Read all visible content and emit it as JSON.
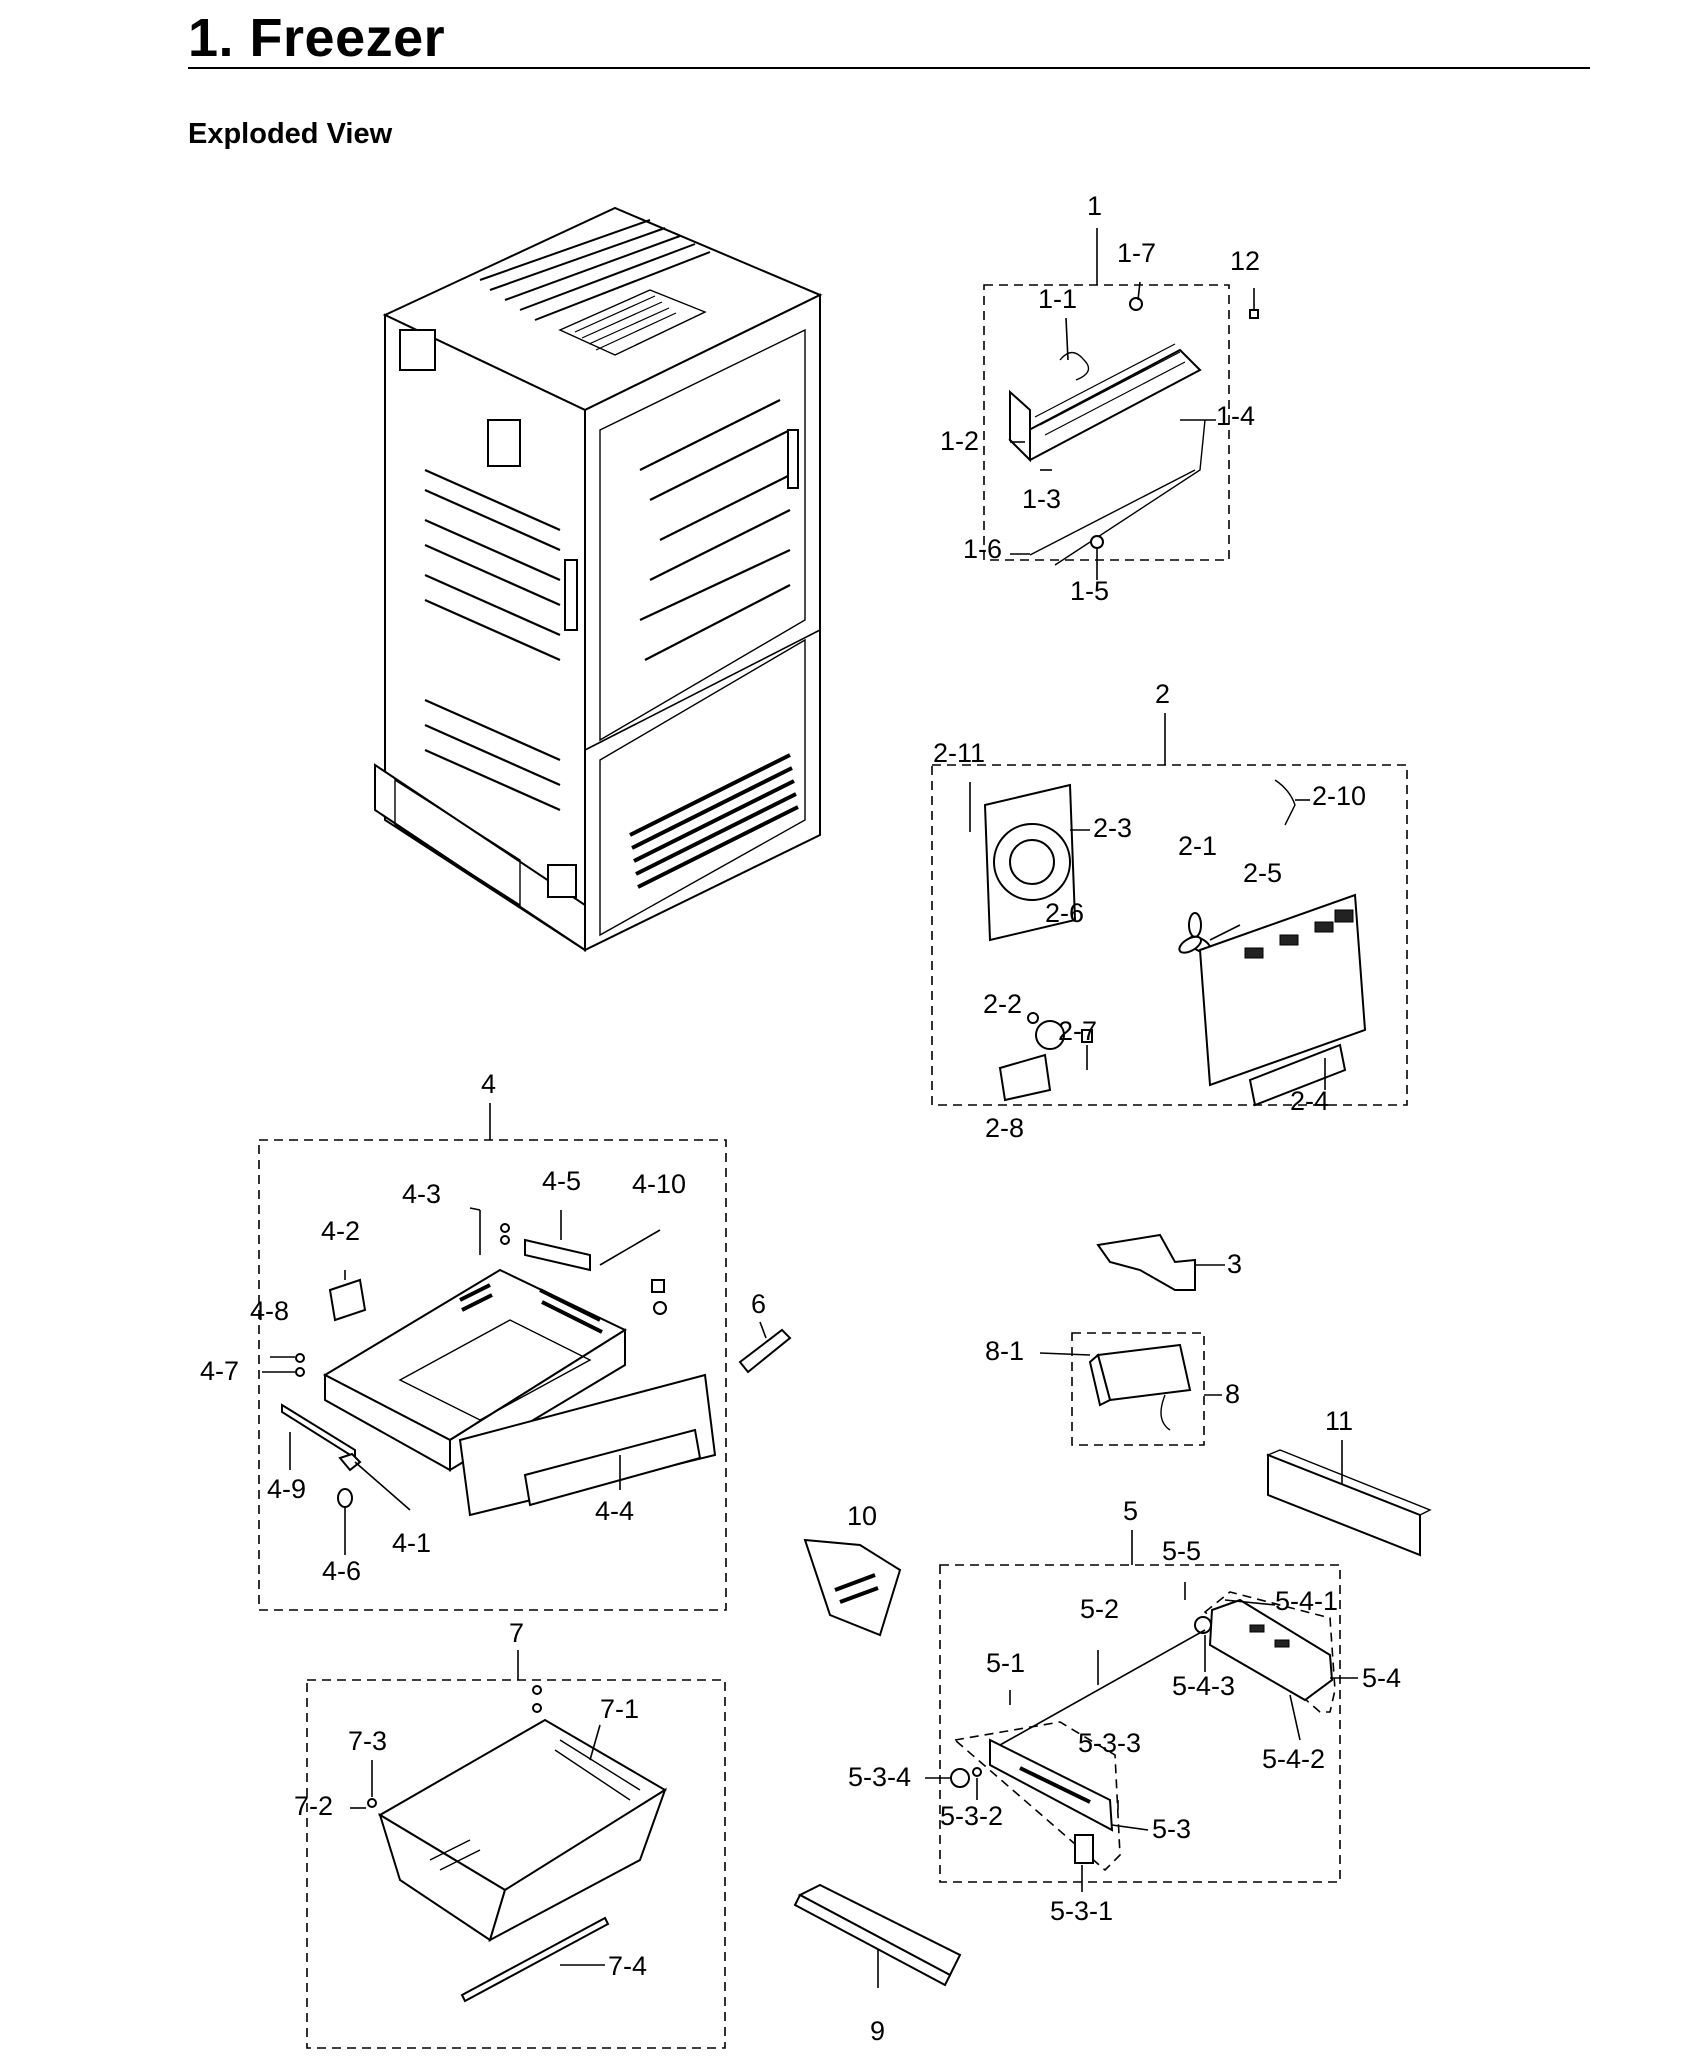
{
  "header": {
    "title": "1.  Freezer",
    "subtitle": "Exploded View"
  },
  "callouts": {
    "c1": "1",
    "c1_1": "1-1",
    "c1_2": "1-2",
    "c1_3": "1-3",
    "c1_4": "1-4",
    "c1_5": "1-5",
    "c1_6": "1-6",
    "c1_7": "1-7",
    "c12": "12",
    "c2": "2",
    "c2_1": "2-1",
    "c2_2": "2-2",
    "c2_3": "2-3",
    "c2_4": "2-4",
    "c2_5": "2-5",
    "c2_6": "2-6",
    "c2_7": "2-7",
    "c2_8": "2-8",
    "c2_10": "2-10",
    "c2_11": "2-11",
    "c3": "3",
    "c4": "4",
    "c4_1": "4-1",
    "c4_2": "4-2",
    "c4_3": "4-3",
    "c4_4": "4-4",
    "c4_5": "4-5",
    "c4_6": "4-6",
    "c4_7": "4-7",
    "c4_8": "4-8",
    "c4_9": "4-9",
    "c4_10": "4-10",
    "c5": "5",
    "c5_1": "5-1",
    "c5_2": "5-2",
    "c5_3": "5-3",
    "c5_3_1": "5-3-1",
    "c5_3_2": "5-3-2",
    "c5_3_3": "5-3-3",
    "c5_3_4": "5-3-4",
    "c5_4": "5-4",
    "c5_4_1": "5-4-1",
    "c5_4_2": "5-4-2",
    "c5_4_3": "5-4-3",
    "c5_5": "5-5",
    "c6": "6",
    "c7": "7",
    "c7_1": "7-1",
    "c7_2": "7-2",
    "c7_3": "7-3",
    "c7_4": "7-4",
    "c8": "8",
    "c8_1": "8-1",
    "c9": "9",
    "c10": "10",
    "c11": "11"
  }
}
